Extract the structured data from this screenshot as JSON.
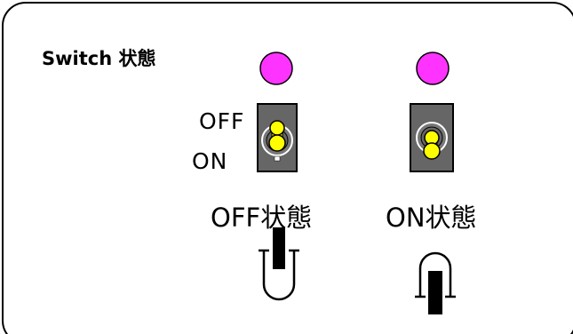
{
  "title": "Switch 状態",
  "labels": {
    "off": "OFF",
    "on": "ON"
  },
  "captions": {
    "off_state": "OFF状態",
    "on_state": "ON状態"
  },
  "indicator_lamps": [
    {
      "name": "indicator-lamp-1",
      "color": "#ff33ff"
    },
    {
      "name": "indicator-lamp-2",
      "color": "#ff33ff"
    }
  ],
  "switches": [
    {
      "name": "toggle-switch-1",
      "position": "off"
    },
    {
      "name": "toggle-switch-2",
      "position": "on"
    }
  ],
  "colors": {
    "frame": "#000000",
    "switch_body": "#666666",
    "lever": "#ffff00",
    "lamp": "#ff33ff"
  }
}
